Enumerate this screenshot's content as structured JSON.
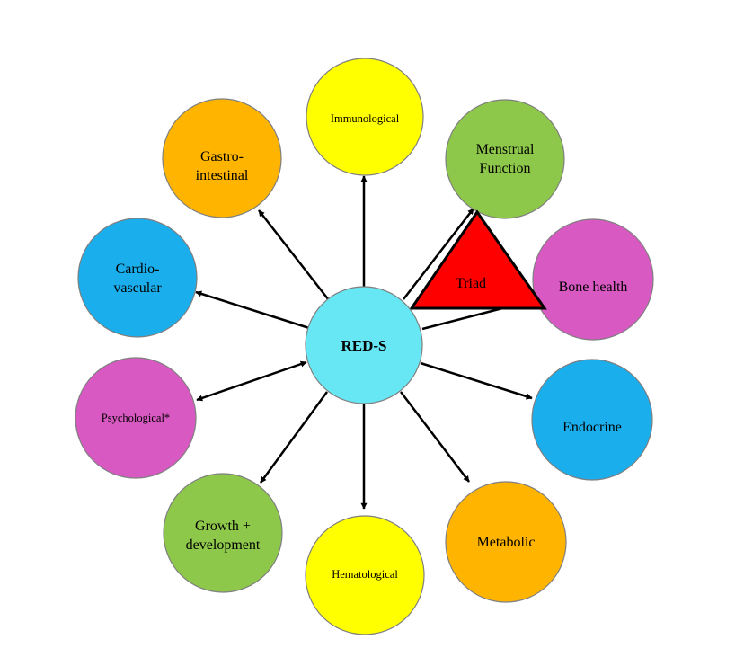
{
  "center": {
    "label": "RED-S",
    "color": "#66E7F3"
  },
  "triad": {
    "label": "Triad",
    "color": "#FF0000"
  },
  "nodes": {
    "immunological": {
      "lines": [
        "Immunological"
      ],
      "color": "#FFFF00"
    },
    "menstrual": {
      "lines": [
        "Menstrual",
        "Function"
      ],
      "color": "#8DC84B"
    },
    "bone": {
      "lines": [
        "Bone health"
      ],
      "color": "#D959C3"
    },
    "endocrine": {
      "lines": [
        "Endocrine"
      ],
      "color": "#1BAEEC"
    },
    "metabolic": {
      "lines": [
        "Metabolic"
      ],
      "color": "#FFB400"
    },
    "hematological": {
      "lines": [
        "Hematological"
      ],
      "color": "#FFFF00"
    },
    "growth": {
      "lines": [
        "Growth +",
        "development"
      ],
      "color": "#8DC84B"
    },
    "psychological": {
      "lines": [
        "Psychological*"
      ],
      "color": "#D959C3"
    },
    "cardio": {
      "lines": [
        "Cardio-",
        "vascular"
      ],
      "color": "#1BAEEC"
    },
    "gastro": {
      "lines": [
        "Gastro-",
        "intestinal"
      ],
      "color": "#FFB400"
    }
  }
}
